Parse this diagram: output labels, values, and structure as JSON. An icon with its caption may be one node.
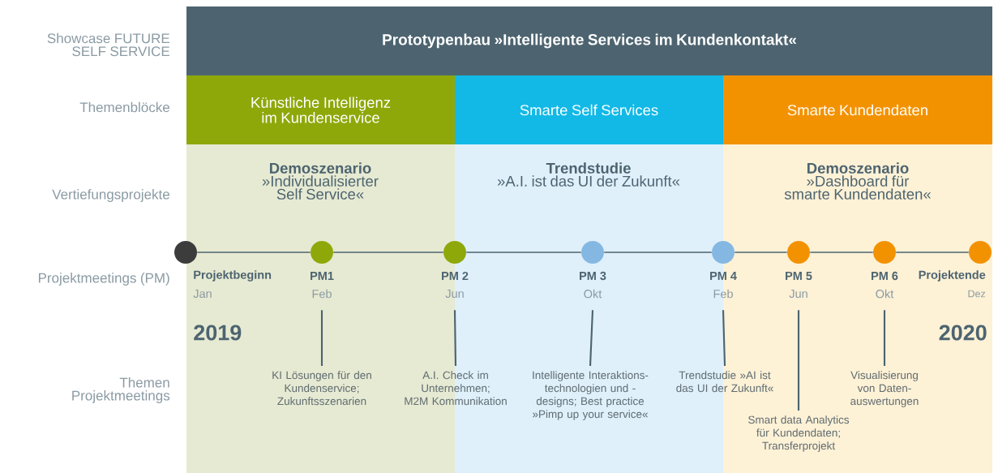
{
  "diagram": {
    "nodes": [
      {
        "text": [
          "Prototypenbau »Intelligente Services im Kundenkontakt«"
        ]
      },
      {
        "text": [
          "Künstliche Intelligenz im Kundenservice"
        ]
      },
      {
        "text": [
          "Smarte Self Services"
        ]
      },
      {
        "text": [
          "Smarte Kundendaten"
        ]
      },
      {
        "text": [
          "Demoszenario",
          "»Individualisierter Self Service«"
        ]
      },
      {
        "text": [
          "Trendstudie",
          "»A.I. ist das UI der Zukunft«"
        ]
      },
      {
        "text": [
          "Demoszenario",
          "»Dashboard für smarte Kundendaten«"
        ]
      },
      {
        "text": [],
        "shape": "circle",
        "beside": [
          "Projektbeginn",
          "Jan"
        ]
      },
      {
        "text": [],
        "shape": "circle",
        "beside": [
          "PM1",
          "Feb"
        ]
      },
      {
        "text": [],
        "shape": "circle",
        "beside": [
          "PM 2",
          "Jun"
        ]
      },
      {
        "text": [],
        "shape": "circle",
        "beside": [
          "PM 3",
          "Okt"
        ]
      },
      {
        "text": [],
        "shape": "circle",
        "beside": [
          "PM 4",
          "Feb"
        ]
      },
      {
        "text": [],
        "shape": "circle",
        "beside": [
          "PM 5",
          "Jun"
        ]
      },
      {
        "text": [],
        "shape": "circle",
        "beside": [
          "PM 6",
          "Okt"
        ]
      },
      {
        "text": [],
        "shape": "circle",
        "beside": [
          "Projektende",
          "Dez"
        ]
      },
      {
        "text": [
          "KI Lösungen für den Kundenservice; Zukunftsszenarien"
        ]
      },
      {
        "text": [
          "A.I. Check im Unternehmen; M2M Kommunikation"
        ]
      },
      {
        "text": [
          "Intelligente Interaktions- technologien und -designs; Best practice »Pimp up your service«"
        ]
      },
      {
        "text": [
          "Trendstudie »AI ist das UI der Zukunft«"
        ]
      },
      {
        "text": [
          "Smart data Analytics für Kundendaten; Transferprojekt"
        ]
      },
      {
        "text": [
          "Visualisierung von Daten- auswertungen"
        ]
      }
    ],
    "edges": [
      {
        "from": 7,
        "to": 8,
        "arrow": "none"
      },
      {
        "from": 8,
        "to": 9,
        "arrow": "none"
      },
      {
        "from": 9,
        "to": 10,
        "arrow": "none"
      },
      {
        "from": 10,
        "to": 11,
        "arrow": "none"
      },
      {
        "from": 11,
        "to": 12,
        "arrow": "none"
      },
      {
        "from": 12,
        "to": 13,
        "arrow": "none"
      },
      {
        "from": 13,
        "to": 14,
        "arrow": "none"
      },
      {
        "from": 8,
        "to": 15,
        "arrow": "none"
      },
      {
        "from": 9,
        "to": 16,
        "arrow": "none"
      },
      {
        "from": 10,
        "to": 17,
        "arrow": "none"
      },
      {
        "from": 11,
        "to": 18,
        "arrow": "none"
      },
      {
        "from": 12,
        "to": 19,
        "arrow": "none"
      },
      {
        "from": 13,
        "to": 20,
        "arrow": "none"
      }
    ],
    "labels": [
      "Showcase FUTURE SELF SERVICE",
      "Themenblöcke",
      "Vertiefungsprojekte",
      "Projektmeetings (PM)",
      "Themen Projektmeetings",
      "2019",
      "2020"
    ]
  }
}
